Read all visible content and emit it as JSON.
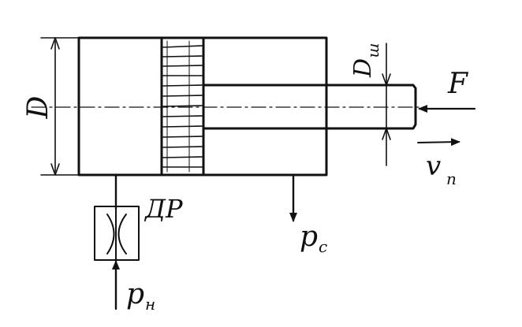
{
  "labels": {
    "diameter": "D",
    "rod_diameter": "D",
    "rod_diameter_sub": "ш",
    "force": "F",
    "velocity": "v",
    "velocity_sub": "п",
    "throttle": "ДР",
    "supply_pressure": "p",
    "supply_pressure_sub": "н",
    "drain_pressure": "p",
    "drain_pressure_sub": "с"
  },
  "colors": {
    "ink": "#111111",
    "background": "#ffffff"
  }
}
